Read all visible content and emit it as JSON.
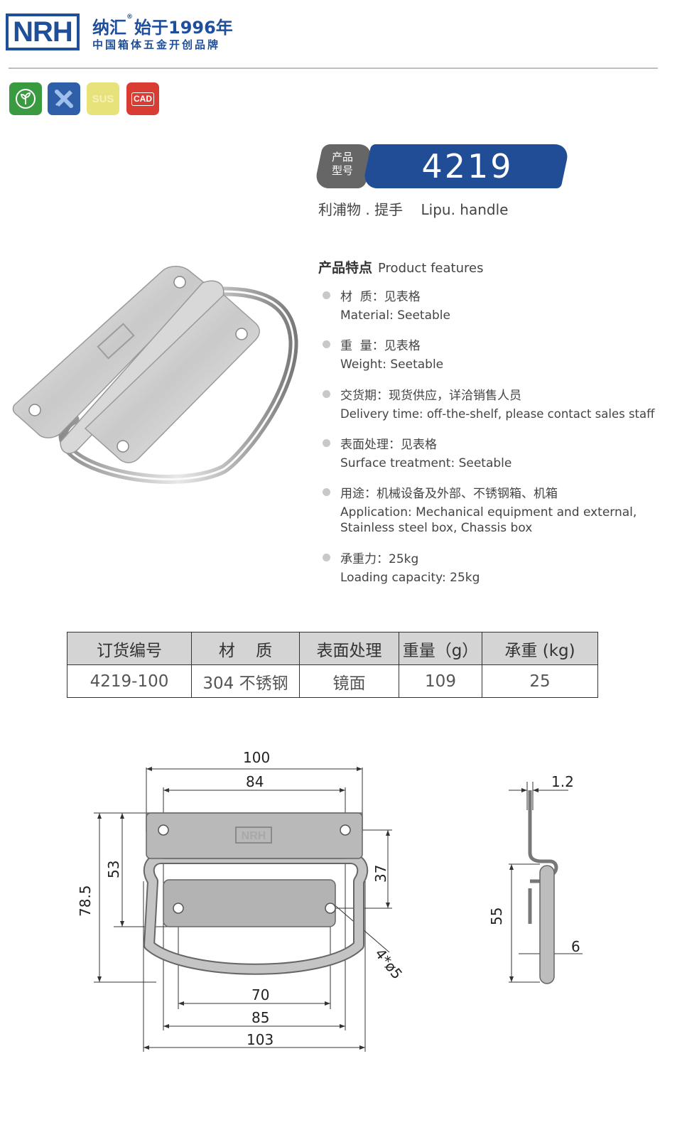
{
  "brand": {
    "logo_text": "NRH",
    "name": "纳汇",
    "slogan": "始于1996年",
    "subtitle": "中国箱体五金开创品牌"
  },
  "badges": [
    {
      "name": "eco-icon",
      "label": ""
    },
    {
      "name": "tools-icon",
      "label": ""
    },
    {
      "name": "sus-badge",
      "label": "SUS"
    },
    {
      "name": "cad-badge",
      "label": "CAD"
    }
  ],
  "model": {
    "tag_line1": "产品",
    "tag_line2": "型号",
    "number": "4219",
    "name_line": "利浦物 . 提手    Lipu. handle"
  },
  "features": {
    "heading_cn": "产品特点",
    "heading_en": "Product features",
    "items": [
      {
        "cn": "材  质：见表格",
        "en": "Material: Seetable"
      },
      {
        "cn": "重  量：见表格",
        "en": "Weight: Seetable"
      },
      {
        "cn": "交货期：现货供应，详洽销售人员",
        "en": "Delivery time: off-the-shelf, please contact sales staff"
      },
      {
        "cn": "表面处理：见表格",
        "en": "Surface treatment: Seetable"
      },
      {
        "cn": "用途：机械设备及外部、不锈钢箱、机箱",
        "en": "Application: Mechanical equipment and external,",
        "en2": "Stainless steel box, Chassis box"
      },
      {
        "cn": "承重力：25kg",
        "en": "Loading capacity: 25kg"
      }
    ]
  },
  "spec_table": {
    "headers": [
      "订货编号",
      "材    质",
      "表面处理",
      "重量（g）",
      "承重 (kg)"
    ],
    "rows": [
      [
        "4219-100",
        "304 不锈钢",
        "镜面",
        "109",
        "25"
      ]
    ]
  },
  "drawing": {
    "dims": {
      "d100": "100",
      "d84": "84",
      "d78_5": "78.5",
      "d53": "53",
      "d37": "37",
      "holes": "4*ø5",
      "d70": "70",
      "d85": "85",
      "d103": "103",
      "d1_2": "1.2",
      "d55": "55",
      "d6": "6"
    },
    "plate_logo": "NRH"
  },
  "colors": {
    "brand_blue": "#1f4e9a",
    "model_bar": "#214d96",
    "model_tag": "#666666",
    "table_header": "#d4d4d4"
  }
}
